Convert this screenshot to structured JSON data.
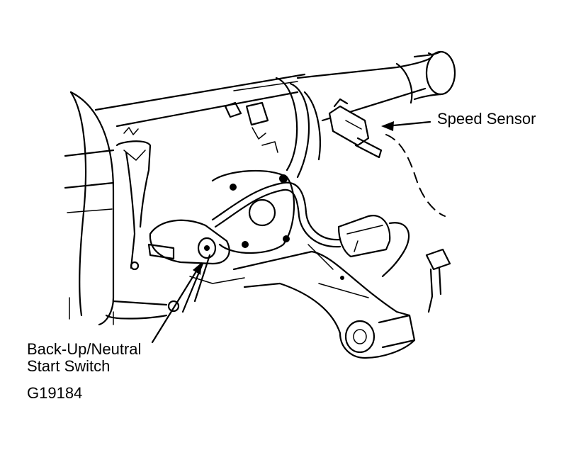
{
  "labels": {
    "speed_sensor": "Speed Sensor",
    "switch_line1": "Back-Up/Neutral",
    "switch_line2": "Start Switch",
    "figure_id": "G19184"
  }
}
